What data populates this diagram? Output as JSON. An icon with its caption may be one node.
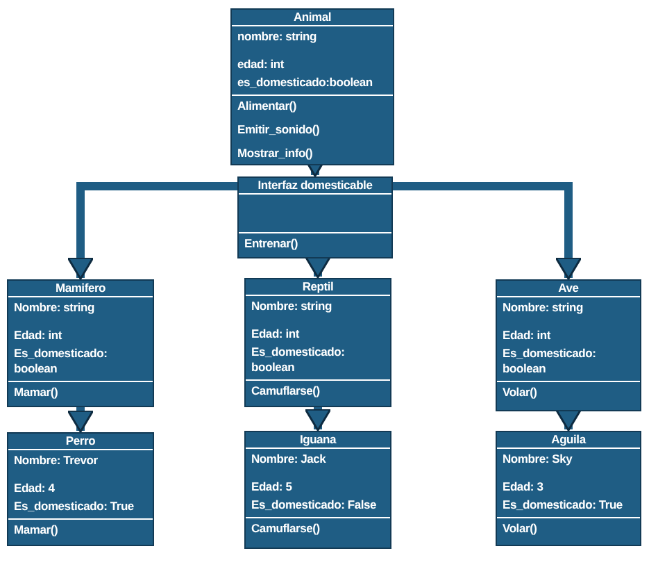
{
  "diagram": {
    "nodes": [
      {
        "text": [
          "Animal",
          "nombre: string",
          "edad: int",
          "es_domesticado:boolean",
          "Alimentar()",
          "Emitir_sonido()",
          "Mostrar_info()"
        ]
      },
      {
        "text": [
          "Interfaz domesticable",
          "Entrenar()"
        ]
      },
      {
        "text": [
          "Mamifero",
          "Nombre: string",
          "Edad: int",
          "Es_domesticado: boolean",
          "Mamar()"
        ]
      },
      {
        "text": [
          "Reptil",
          "Nombre: string",
          "Edad: int",
          "Es_domesticado: boolean",
          "Camuflarse()"
        ]
      },
      {
        "text": [
          "Ave",
          "Nombre: string",
          "Edad: int",
          "Es_domesticado: boolean",
          "Volar()"
        ]
      },
      {
        "text": [
          "Perro",
          "Nombre: Trevor",
          "Edad: 4",
          "Es_domesticado: True",
          "Mamar()"
        ]
      },
      {
        "text": [
          "Iguana",
          "Nombre:  Jack",
          "Edad: 5",
          "Es_domesticado: False",
          "Camuflarse()"
        ]
      },
      {
        "text": [
          "Aguila",
          "Nombre: Sky",
          "Edad: 3",
          "Es_domesticado: True",
          "Volar()"
        ]
      }
    ],
    "edges": [
      {
        "from": 0,
        "to": 1,
        "arrow": "to"
      },
      {
        "from": 1,
        "to": 2,
        "arrow": "to"
      },
      {
        "from": 1,
        "to": 3,
        "arrow": "to"
      },
      {
        "from": 1,
        "to": 4,
        "arrow": "to"
      },
      {
        "from": 2,
        "to": 5,
        "arrow": "to"
      },
      {
        "from": 3,
        "to": 6,
        "arrow": "to"
      },
      {
        "from": 4,
        "to": 7,
        "arrow": "to"
      }
    ]
  }
}
